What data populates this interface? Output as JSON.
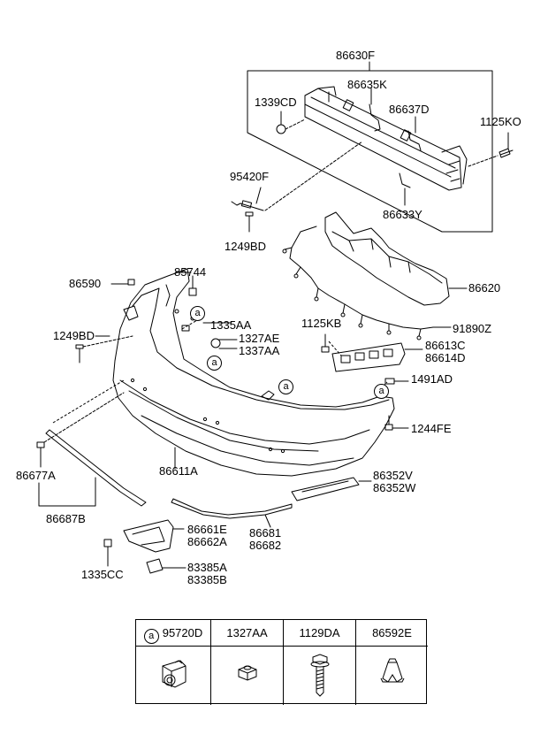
{
  "callouts": [
    {
      "id": "l-86630F",
      "text": "86630F"
    },
    {
      "id": "l-86635K",
      "text": "86635K"
    },
    {
      "id": "l-1339CD",
      "text": "1339CD"
    },
    {
      "id": "l-86637D",
      "text": "86637D"
    },
    {
      "id": "l-1125KO",
      "text": "1125KO"
    },
    {
      "id": "l-95420F",
      "text": "95420F"
    },
    {
      "id": "l-86633Y",
      "text": "86633Y"
    },
    {
      "id": "l-1249BD-top",
      "text": "1249BD"
    },
    {
      "id": "l-86590",
      "text": "86590"
    },
    {
      "id": "l-85744",
      "text": "85744"
    },
    {
      "id": "l-86620",
      "text": "86620"
    },
    {
      "id": "l-1335AA",
      "text": "1335AA"
    },
    {
      "id": "l-1125KB",
      "text": "1125KB"
    },
    {
      "id": "l-91890Z",
      "text": "91890Z"
    },
    {
      "id": "l-1249BD-left",
      "text": "1249BD"
    },
    {
      "id": "l-1327AE",
      "text": "1327AE"
    },
    {
      "id": "l-1337AA",
      "text": "1337AA"
    },
    {
      "id": "l-86613C",
      "text": "86613C"
    },
    {
      "id": "l-86614D",
      "text": "86614D"
    },
    {
      "id": "l-1491AD",
      "text": "1491AD"
    },
    {
      "id": "l-1244FE",
      "text": "1244FE"
    },
    {
      "id": "l-86677A",
      "text": "86677A"
    },
    {
      "id": "l-86611A",
      "text": "86611A"
    },
    {
      "id": "l-86352V",
      "text": "86352V"
    },
    {
      "id": "l-86352W",
      "text": "86352W"
    },
    {
      "id": "l-86687B",
      "text": "86687B"
    },
    {
      "id": "l-86681",
      "text": "86681"
    },
    {
      "id": "l-86682",
      "text": "86682"
    },
    {
      "id": "l-86661E",
      "text": "86661E"
    },
    {
      "id": "l-86662A",
      "text": "86662A"
    },
    {
      "id": "l-83385A",
      "text": "83385A"
    },
    {
      "id": "l-83385B",
      "text": "83385B"
    },
    {
      "id": "l-1335CC",
      "text": "1335CC"
    }
  ],
  "ref_marker": "a",
  "legend": {
    "cells": [
      {
        "marker": "a",
        "part": "95720D",
        "icon": "sensor-icon"
      },
      {
        "marker": "",
        "part": "1327AA",
        "icon": "nut-icon"
      },
      {
        "marker": "",
        "part": "1129DA",
        "icon": "bolt-icon"
      },
      {
        "marker": "",
        "part": "86592E",
        "icon": "clip-icon"
      }
    ]
  }
}
